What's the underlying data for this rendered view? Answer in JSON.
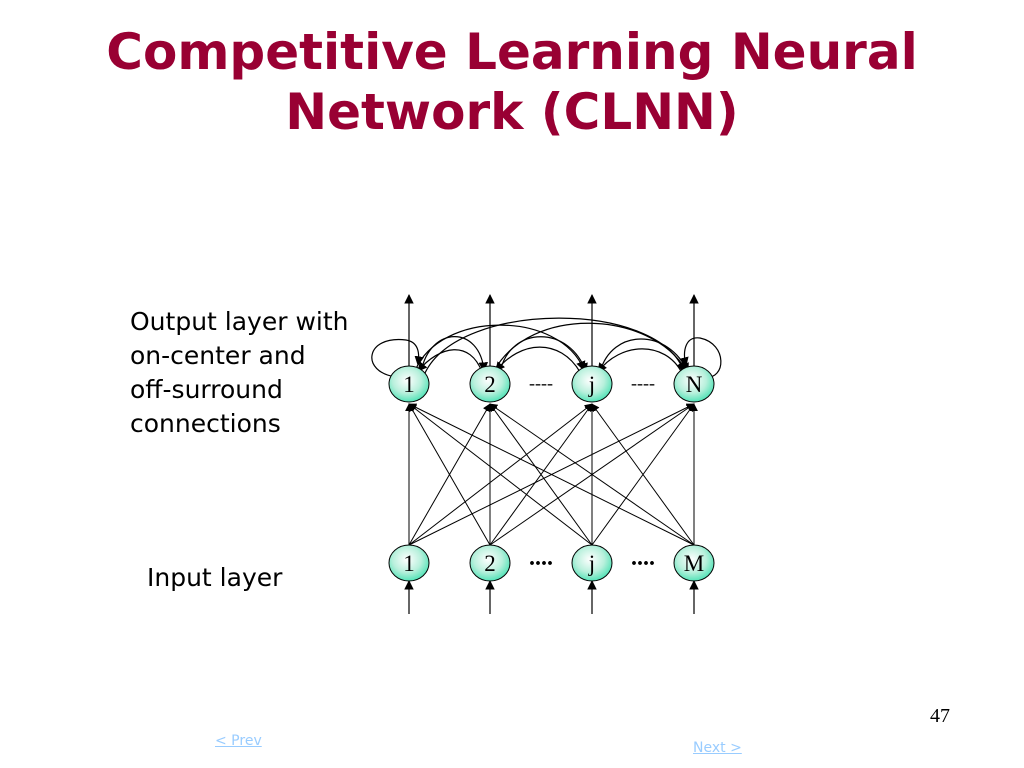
{
  "title": {
    "line1": "Competitive Learning Neural",
    "line2": "Network (CLNN)"
  },
  "output_label": {
    "line1": "Output layer with",
    "line2": "on-center and",
    "line3": "off-surround",
    "line4": "connections"
  },
  "input_label": "Input layer",
  "output_nodes": [
    "1",
    "2",
    "j",
    "N"
  ],
  "input_nodes": [
    "1",
    "2",
    "j",
    "M"
  ],
  "output_separators": [
    "----",
    "----"
  ],
  "input_separators": [
    "....",
    "...."
  ],
  "page_number": "47",
  "nav": {
    "prev": "< Prev",
    "next": "Next >"
  },
  "colors": {
    "title": "#990033",
    "node_fill": "#40e0b0",
    "link": "#99ccff"
  }
}
